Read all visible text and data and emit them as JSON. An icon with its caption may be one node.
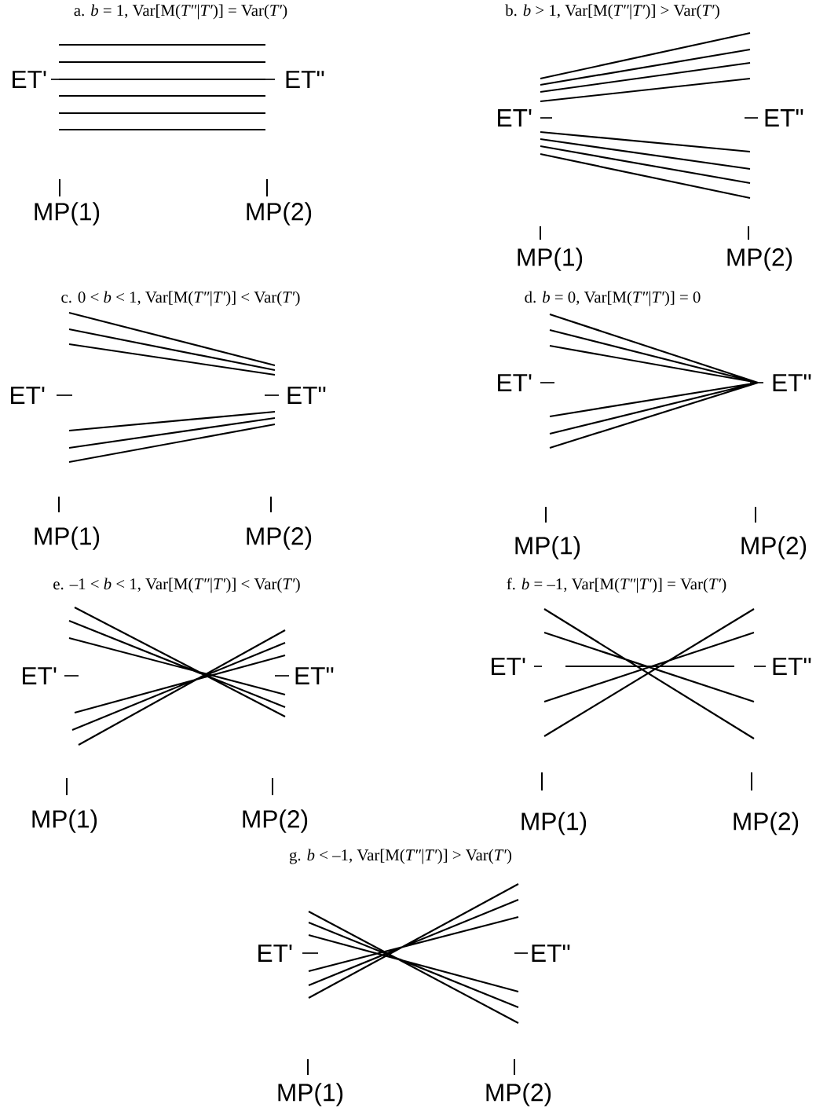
{
  "diagram": {
    "labels": [
      "a. *b* = 1, Var[M(*T″*|*T′*)] = Var(*T′*)",
      "ET'",
      "ET\"",
      "MP(1)",
      "MP(2)",
      "b. *b* > 1, Var[M(*T″*|*T′*)] > Var(*T′*)",
      "ET'",
      "ET\"",
      "MP(1)",
      "MP(2)",
      "c. 0 < *b* < 1, Var[M(*T″*|*T′*)] < Var(*T′*)",
      "ET'",
      "ET\"",
      "MP(1)",
      "MP(2)",
      "d. *b* = 0, Var[M(*T″*|*T′*)] = 0",
      "ET'",
      "ET\"",
      "MP(1)",
      "MP(2)",
      "e. –1 < *b* < 1, Var[M(*T″*|*T′*)] < Var(*T′*)",
      "ET'",
      "ET\"",
      "MP(1)",
      "MP(2)",
      "f. *b* = –1, Var[M(*T″*|*T′*)] = Var(*T′*)",
      "ET'",
      "ET\"",
      "MP(1)",
      "MP(2)",
      "g. *b* < –1, Var[M(*T″*|*T′*)] > Var(*T′*)",
      "ET'",
      "ET\"",
      "MP(1)",
      "MP(2)"
    ]
  }
}
